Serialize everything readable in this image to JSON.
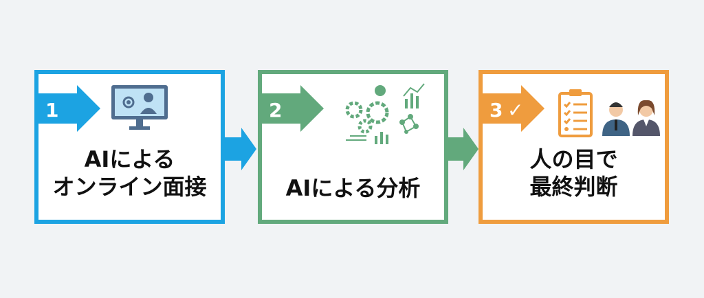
{
  "steps": [
    {
      "number": "1",
      "title_line1": "AIによる",
      "title_line2": "オンライン面接",
      "color": "#1ca3e2",
      "icon": "monitor-face-recognition-icon"
    },
    {
      "number": "2",
      "title_line1": "AIによる分析",
      "color": "#62a97c",
      "icon": "gears-analytics-icon"
    },
    {
      "number": "3",
      "check": "✓",
      "title_line1": "人の目で",
      "title_line2": "最終判断",
      "color": "#ef9c3e",
      "icon": "checklist-people-icon"
    }
  ]
}
